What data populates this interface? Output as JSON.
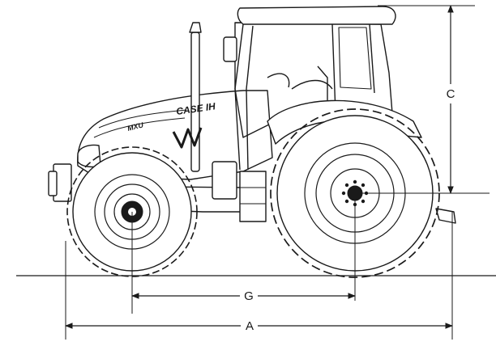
{
  "dimensions": {
    "a_label": "A",
    "g_label": "G",
    "c_label": "C"
  },
  "decals": {
    "brand": "CASE IH",
    "model": "MXU"
  },
  "colors": {
    "ink": "#1a1a1a",
    "background": "#ffffff"
  }
}
